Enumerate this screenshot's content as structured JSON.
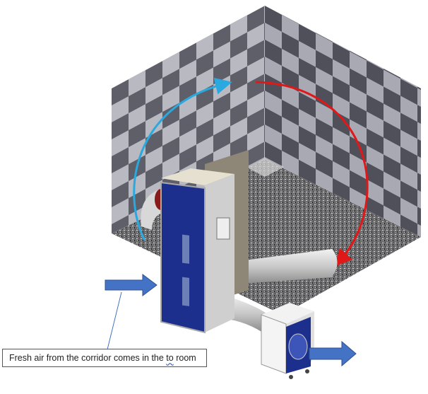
{
  "caption": {
    "before": "Fresh air from the corridor comes in the ",
    "flagged_word": "to",
    "after": " room"
  },
  "colors": {
    "cool_airflow": "#2aa8e0",
    "warm_airflow": "#e01818",
    "unit_blue": "#1c2f8c",
    "arrow_blue": "#4472c4"
  }
}
